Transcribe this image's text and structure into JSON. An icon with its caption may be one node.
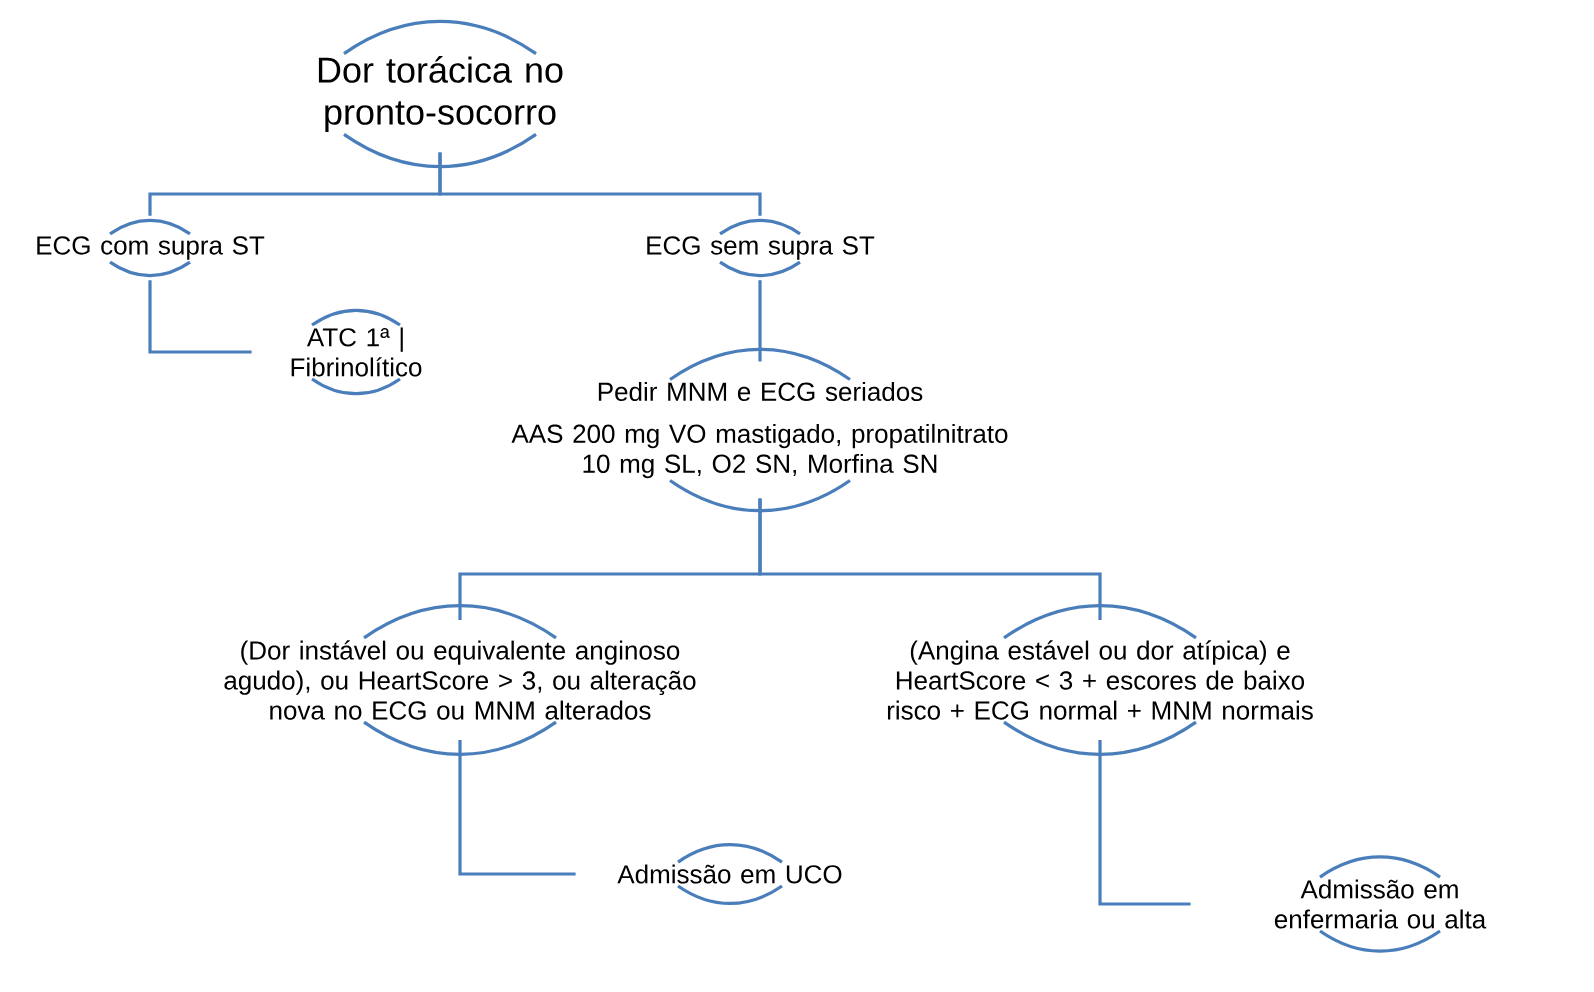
{
  "diagram": {
    "nodes": [
      {
        "text": [
          "Dor torácica no pronto-socorro"
        ]
      },
      {
        "text": [
          "ECG com supra ST"
        ]
      },
      {
        "text": [
          "ECG sem supra ST"
        ]
      },
      {
        "text": [
          "ATC 1ª | Fibrinolítico"
        ]
      },
      {
        "text": [
          "Pedir MNM e ECG seriados",
          "AAS 200 mg VO mastigado, propatilnitrato 10 mg SL, O2 SN, Morfina SN"
        ]
      },
      {
        "text": [
          "(Dor instável ou equivalente anginoso agudo), ou HeartScore > 3, ou alteração nova no ECG ou MNM alterados"
        ]
      },
      {
        "text": [
          "(Angina estável ou dor atípica) e HeartScore < 3 + escores de baixo risco + ECG normal + MNM normais"
        ]
      },
      {
        "text": [
          "Admissão em UCO"
        ]
      },
      {
        "text": [
          "Admissão em enfermaria ou alta"
        ]
      }
    ],
    "edges": [
      {
        "from": 0,
        "to": 1,
        "arrow": "none"
      },
      {
        "from": 0,
        "to": 2,
        "arrow": "none"
      },
      {
        "from": 1,
        "to": 3,
        "arrow": "none"
      },
      {
        "from": 2,
        "to": 4,
        "arrow": "none"
      },
      {
        "from": 4,
        "to": 5,
        "arrow": "none"
      },
      {
        "from": 4,
        "to": 6,
        "arrow": "none"
      },
      {
        "from": 5,
        "to": 7,
        "arrow": "none"
      },
      {
        "from": 6,
        "to": 8,
        "arrow": "none"
      }
    ]
  }
}
